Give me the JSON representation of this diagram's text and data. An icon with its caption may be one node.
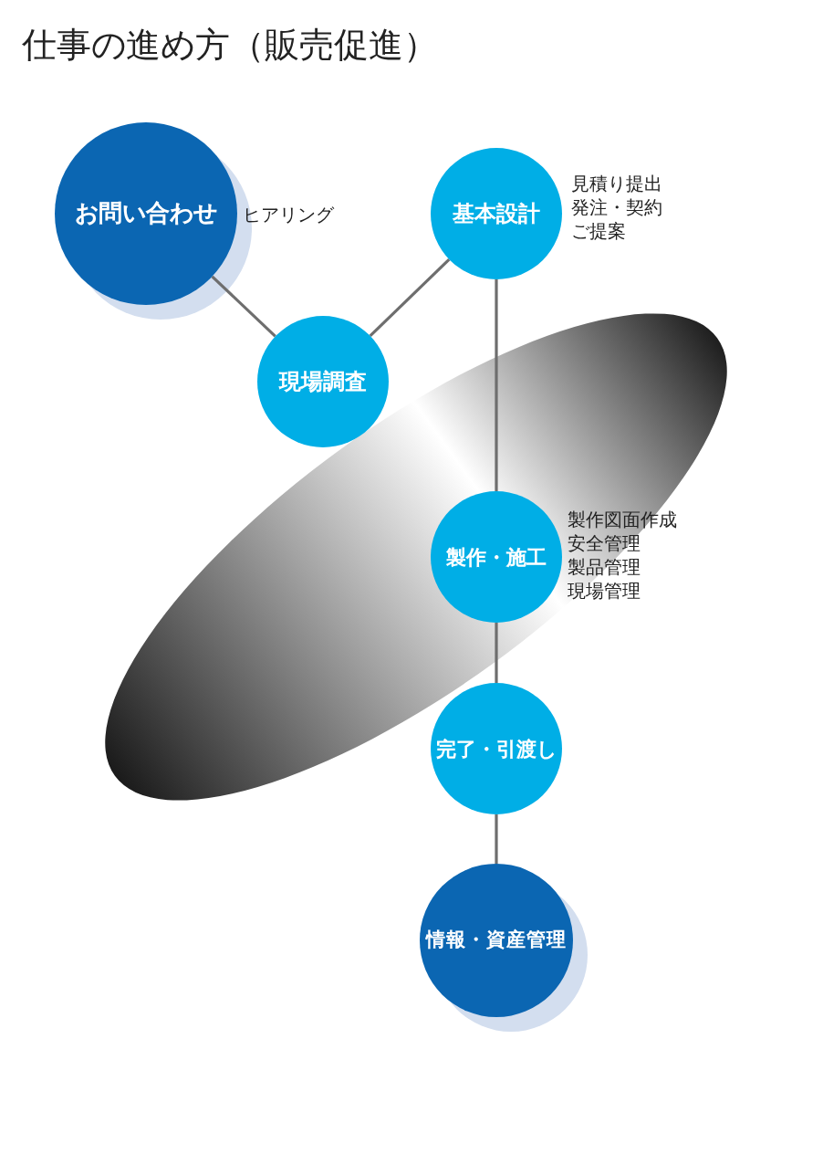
{
  "diagram": {
    "title": "仕事の進め方（販売促進）",
    "nodes": [
      {
        "text": [
          "お問い合わせ"
        ],
        "beside": [
          "ヒアリング"
        ]
      },
      {
        "text": [
          "現場調査"
        ]
      },
      {
        "text": [
          "基本設計"
        ],
        "beside": [
          "見積り提出",
          "発注・契約",
          "ご提案"
        ]
      },
      {
        "text": [
          "製作・施工"
        ],
        "beside": [
          "製作図面作成",
          "安全管理",
          "製品管理",
          "現場管理"
        ]
      },
      {
        "text": [
          "完了・引渡し"
        ]
      },
      {
        "text": [
          "情報・資産管理"
        ]
      }
    ],
    "edges": [
      {
        "from": 0,
        "to": 1,
        "arrow": "none"
      },
      {
        "from": 1,
        "to": 2,
        "arrow": "none"
      },
      {
        "from": 2,
        "to": 3,
        "arrow": "none"
      },
      {
        "from": 3,
        "to": 4,
        "arrow": "none"
      },
      {
        "from": 4,
        "to": 5,
        "arrow": "none"
      }
    ]
  }
}
